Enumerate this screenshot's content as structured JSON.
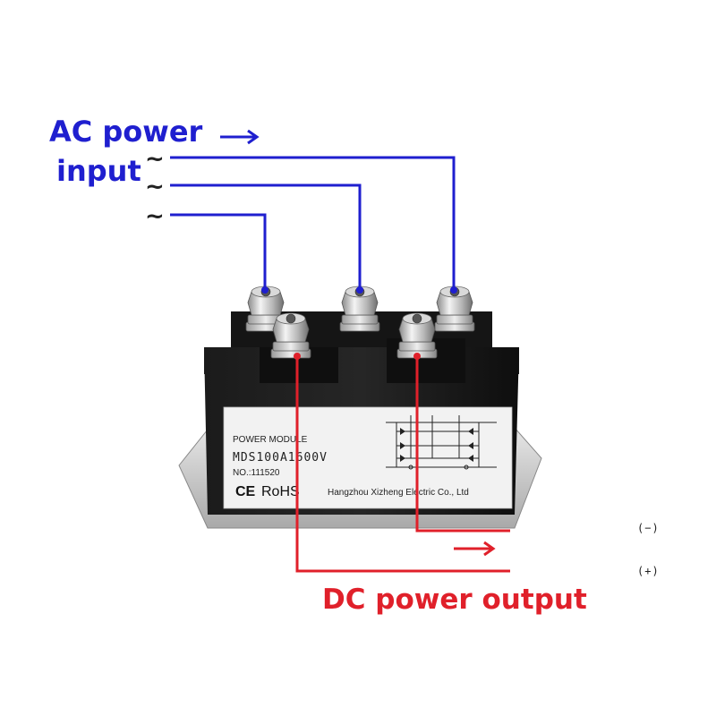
{
  "ac": {
    "title_line1": "AC power",
    "title_line2": "input",
    "tilde": "~"
  },
  "dc": {
    "title": "DC power output",
    "neg_label": "(−)",
    "pos_label": "(+)"
  },
  "module_label": {
    "header": "POWER MODULE",
    "model": "MDS100A1600V",
    "serial": "NO.:111520",
    "ce": "CE",
    "rohs": "RoHS",
    "manufacturer": "Hangzhou Xizheng Electric Co., Ltd"
  },
  "colors": {
    "ac_wire": "#1f1fcf",
    "dc_wire": "#e0202a",
    "module_body": "#111111",
    "label_bg": "#f2f2f2",
    "base_plate": "#c8c8c8"
  },
  "icons": [
    "arrow-right-icon",
    "diode-bridge-schematic-icon",
    "terminal-screw-icon"
  ]
}
